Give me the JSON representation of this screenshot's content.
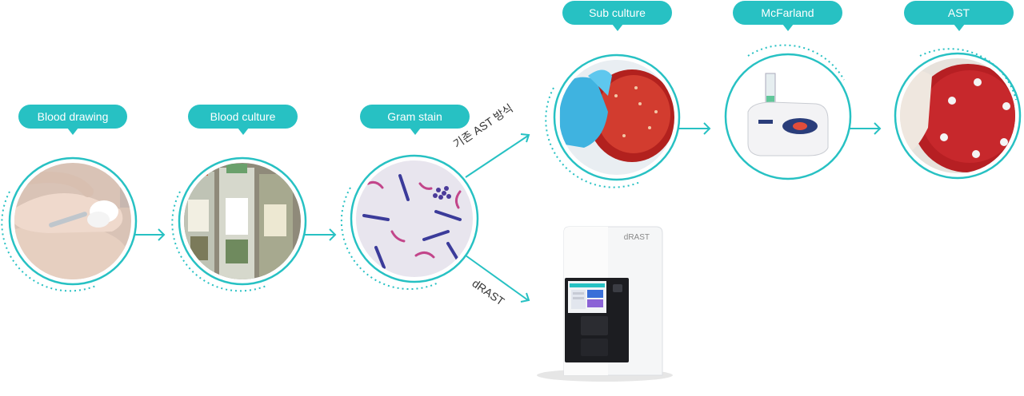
{
  "colors": {
    "accent": "#27c1c3",
    "text": "#333333"
  },
  "steps": [
    {
      "label": "Blood drawing",
      "image": "blood-drawing-photo"
    },
    {
      "label": "Blood culture",
      "image": "blood-culture-bottles-photo"
    },
    {
      "label": "Gram stain",
      "image": "gram-stain-microscopy-photo"
    },
    {
      "label": "Sub  culture",
      "image": "agar-plate-photo"
    },
    {
      "label": "McFarland",
      "image": "mcfarland-densitometer-photo"
    },
    {
      "label": "AST",
      "image": "ast-disk-plate-photo"
    }
  ],
  "paths": {
    "conventional": "기존 AST 방식",
    "drast": "dRAST"
  },
  "device": {
    "brand": "dRAST",
    "image": "drast-instrument-photo"
  }
}
